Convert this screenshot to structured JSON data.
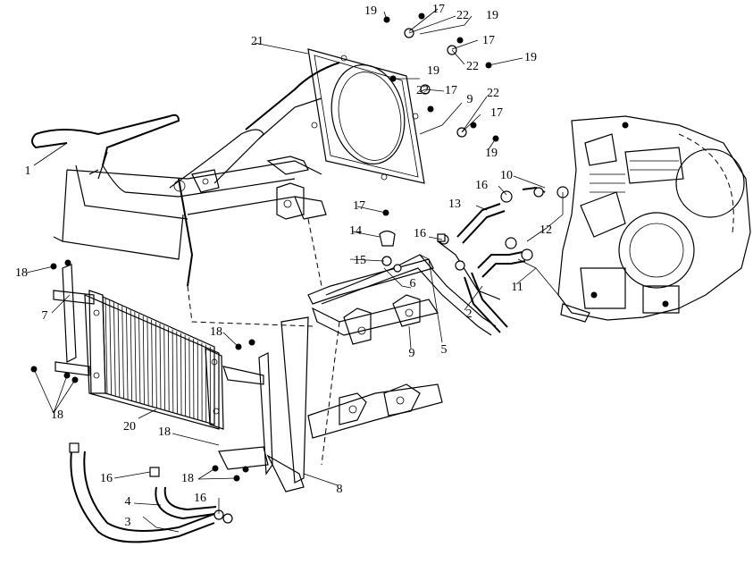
{
  "labels": {
    "l1": "1",
    "l2": "2",
    "l3": "3",
    "l4": "4",
    "l5": "5",
    "l6": "6",
    "l7": "7",
    "l8": "8",
    "l9a": "9",
    "l9b": "9",
    "l10": "10",
    "l11": "11",
    "l12": "12",
    "l13": "13",
    "l14": "14",
    "l15": "15",
    "l16a": "16",
    "l16b": "16",
    "l16c": "16",
    "l16d": "16",
    "l17a": "17",
    "l17b": "17",
    "l17c": "17",
    "l17d": "17",
    "l17e": "17",
    "l18a": "18",
    "l18b": "18",
    "l18c": "18",
    "l18d": "18",
    "l18e": "18",
    "l19a": "19",
    "l19b": "19",
    "l19c": "19",
    "l19d": "19",
    "l19e": "19",
    "l20": "20",
    "l21": "21",
    "l22a": "22",
    "l22b": "22",
    "l22c": "22",
    "l22d": "22"
  }
}
